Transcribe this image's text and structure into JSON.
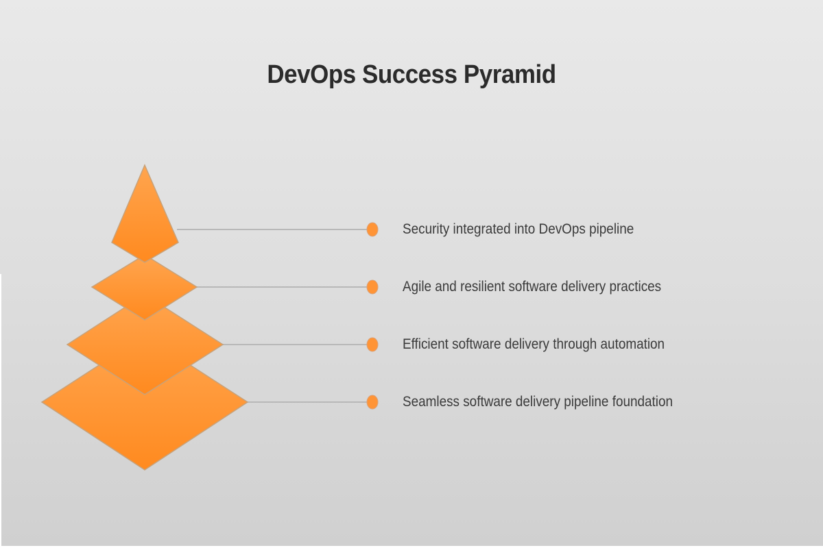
{
  "title": "DevOps Success Pyramid",
  "colors": {
    "tier_fill_top": "#ffa24a",
    "tier_fill_bottom": "#ff8a1f",
    "tier_stroke": "#c8a27a",
    "connector": "#b8b8b8",
    "dot": "#ff9436",
    "title_text": "#2b2b2b",
    "item_text": "#3a3a3a"
  },
  "tiers": [
    {
      "level": 1,
      "position": "top",
      "label": "Security integrated into DevOps pipeline"
    },
    {
      "level": 2,
      "position": "upper-middle",
      "label": "Agile and resilient software delivery practices"
    },
    {
      "level": 3,
      "position": "lower-middle",
      "label": "Efficient software delivery through automation"
    },
    {
      "level": 4,
      "position": "base",
      "label": "Seamless software delivery pipeline foundation"
    }
  ]
}
